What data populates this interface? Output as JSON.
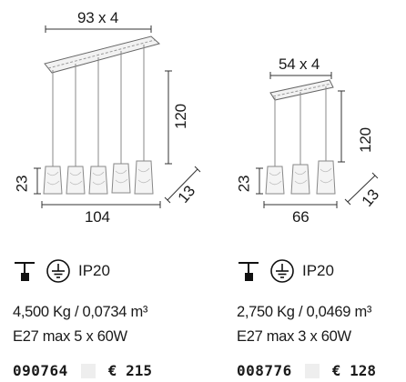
{
  "products": [
    {
      "dims": {
        "width_top": "93 x 4",
        "height": "120",
        "shade_height": "23",
        "width": "104",
        "depth": "13"
      },
      "protection": "IP20",
      "weight_volume": "4,500 Kg / 0,0734 m³",
      "bulb": "E27 max 5 x 60W",
      "code": "090764",
      "price": "€ 215"
    },
    {
      "dims": {
        "width_top": "54 x 4",
        "height": "120",
        "shade_height": "23",
        "width": "66",
        "depth": "13"
      },
      "protection": "IP20",
      "weight_volume": "2,750 Kg / 0,0469 m³",
      "bulb": "E27 max 3 x 60W",
      "code": "008776",
      "price": "€ 128"
    }
  ],
  "icons": [
    "ceiling-mount-icon",
    "earth-ground-icon"
  ],
  "colors": {
    "text": "#1a1a1a",
    "price_box": "#eeeeee",
    "drawing_line": "#555555"
  }
}
